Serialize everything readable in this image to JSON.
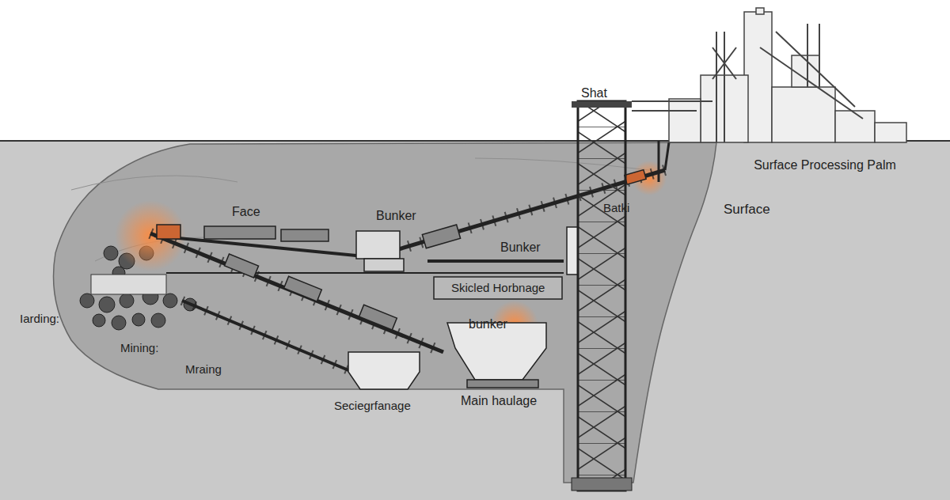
{
  "diagram": {
    "labels": [
      "Shat",
      "Surface Processing Palm",
      "Surface",
      "Face",
      "Bunker",
      "Batki",
      "Bunker",
      "Skicled Horbnage",
      "Iarding:",
      "Mining:",
      "bunker",
      "Mraing",
      "Seciegrfanage",
      "Main haulage"
    ]
  }
}
